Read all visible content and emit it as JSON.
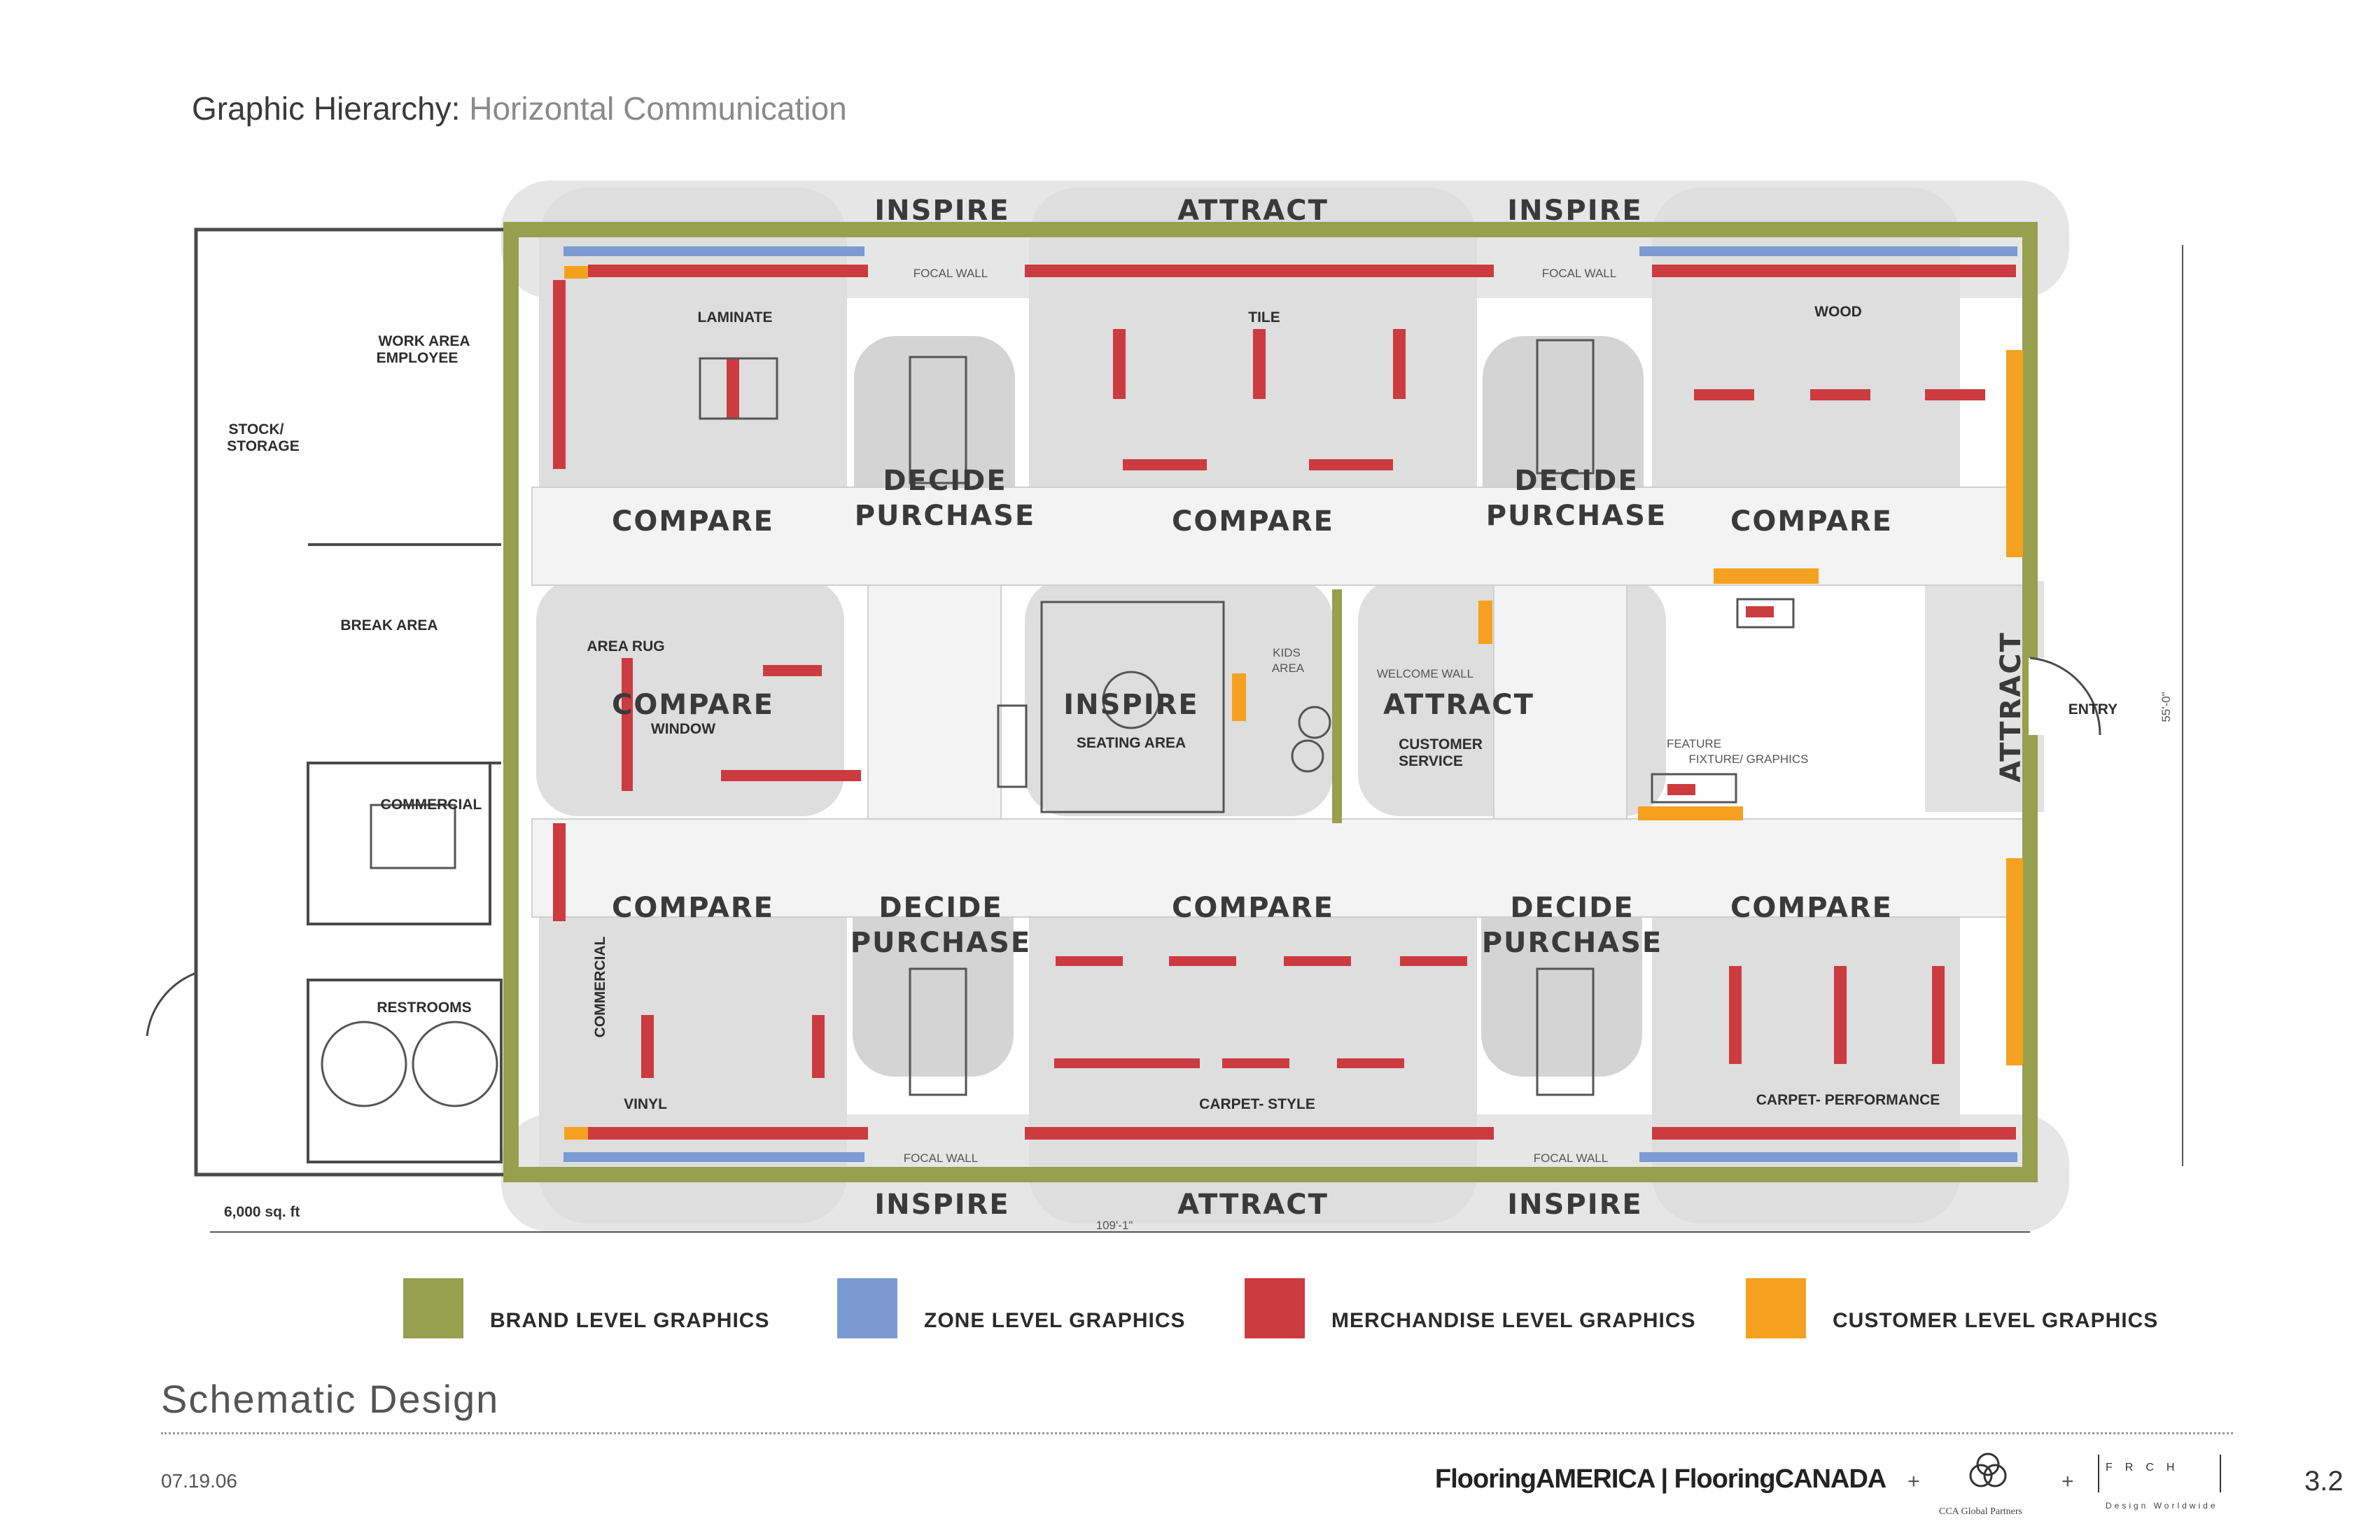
{
  "header": {
    "title_main": "Graphic Hierarchy:",
    "title_sub": "Horizontal Communication"
  },
  "zones": {
    "inspire": "INSPIRE",
    "attract": "ATTRACT",
    "compare": "COMPARE",
    "decide": "DECIDE",
    "purchase": "PURCHASE"
  },
  "labels": {
    "focal_wall": "FOCAL WALL",
    "laminate": "LAMINATE",
    "tile": "TILE",
    "wood": "WOOD",
    "area_rug": "AREA RUG",
    "window": "WINDOW",
    "seating_area": "SEATING AREA",
    "kids_area_1": "KIDS",
    "kids_area_2": "AREA",
    "welcome_wall": "WELCOME WALL",
    "customer_service_1": "CUSTOMER",
    "customer_service_2": "SERVICE",
    "feature_fixture_1": "FEATURE",
    "feature_fixture_2": "FIXTURE/ GRAPHICS",
    "entry": "ENTRY",
    "commercial_v": "COMMERCIAL",
    "vinyl": "VINYL",
    "carpet_style": "CARPET- STYLE",
    "carpet_performance": "CARPET- PERFORMANCE",
    "work_area_1": "WORK AREA",
    "work_area_2": "EMPLOYEE",
    "stock_1": "STOCK/",
    "stock_2": "STORAGE",
    "break_area": "BREAK AREA",
    "commercial": "COMMERCIAL",
    "restrooms": "RESTROOMS",
    "sqft": "6,000 sq. ft",
    "width_dim": "109'-1\"",
    "height_dim": "55'-0\""
  },
  "legend": [
    {
      "label": "BRAND LEVEL GRAPHICS",
      "color": "#96a04e"
    },
    {
      "label": "ZONE LEVEL GRAPHICS",
      "color": "#7b9bd2"
    },
    {
      "label": "MERCHANDISE LEVEL GRAPHICS",
      "color": "#cc3b3f"
    },
    {
      "label": "CUSTOMER LEVEL GRAPHICS",
      "color": "#f5a11f"
    }
  ],
  "footer": {
    "section": "Schematic Design",
    "date": "07.19.06",
    "brand": "FlooringAMERICA | FlooringCANADA",
    "plus": "+",
    "cca": "CCA Global Partners",
    "frch": "FRCH",
    "frch_sub": "Design Worldwide",
    "page": "3.2"
  },
  "colors": {
    "brand": "#96a04e",
    "zone": "#7b9bd2",
    "merch": "#cc3b3f",
    "customer": "#f5a11f",
    "zone_fill": "#e3e3e3",
    "wall": "#4a4a4a"
  }
}
